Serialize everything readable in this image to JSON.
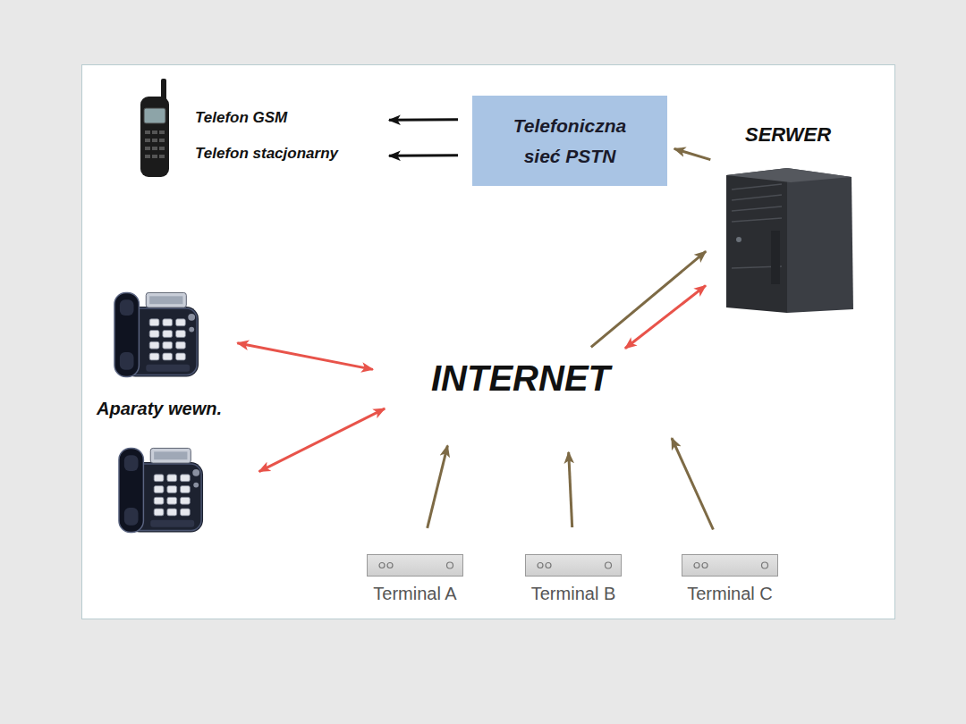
{
  "diagram": {
    "nodes": [
      {
        "text": [
          "Telefon GSM"
        ]
      },
      {
        "text": [
          "Telefon stacjonarny"
        ]
      },
      {
        "text": [
          "Telefoniczna sieć PSTN"
        ]
      },
      {
        "text": [
          "SERWER"
        ]
      },
      {
        "text": []
      },
      {
        "text": [
          "Aparaty wewn."
        ]
      },
      {
        "text": [
          "INTERNET"
        ]
      },
      {
        "text": [
          "Terminal A"
        ]
      },
      {
        "text": [
          "Terminal B"
        ]
      },
      {
        "text": [
          "Terminal C"
        ]
      }
    ],
    "edges": [
      {
        "from": 2,
        "to": 0,
        "arrow": "to"
      },
      {
        "from": 2,
        "to": 1,
        "arrow": "to"
      },
      {
        "from": 3,
        "to": 2,
        "arrow": "to"
      },
      {
        "from": 6,
        "to": 3,
        "arrow": "to"
      },
      {
        "from": 3,
        "to": 6,
        "arrow": "both"
      },
      {
        "from": 4,
        "to": 6,
        "arrow": "both"
      },
      {
        "from": 5,
        "to": 6,
        "arrow": "both"
      },
      {
        "from": 7,
        "to": 6,
        "arrow": "to"
      },
      {
        "from": 8,
        "to": 6,
        "arrow": "to"
      },
      {
        "from": 9,
        "to": 6,
        "arrow": "to"
      }
    ]
  }
}
